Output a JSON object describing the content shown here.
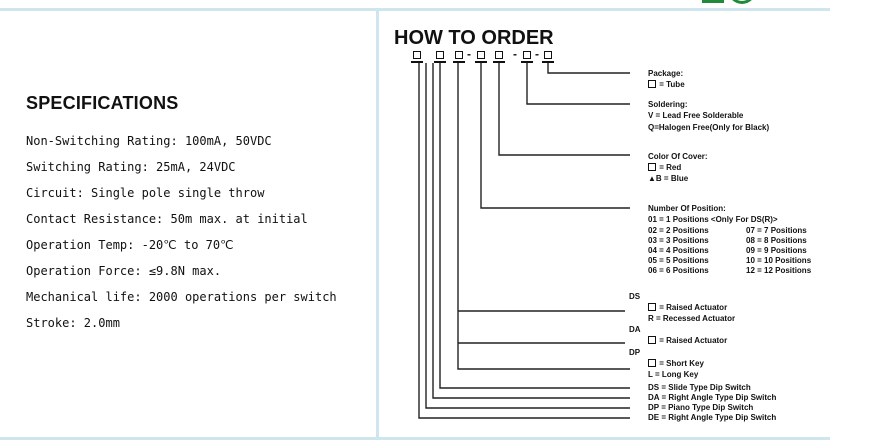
{
  "specifications": {
    "title": "SPECIFICATIONS",
    "items": [
      "Non-Switching Rating: 100mA, 50VDC",
      "Switching Rating: 25mA, 24VDC",
      "Circuit: Single pole single throw",
      "Contact Resistance: 50m max. at initial",
      "Operation Temp: -20℃ to 70℃",
      "Operation Force: ≤9.8N max.",
      "Mechanical life: 2000 operations per switch",
      "Stroke: 2.0mm"
    ]
  },
  "how_to_order": {
    "title": "HOW TO ORDER",
    "package": {
      "heading": "Package:",
      "tube": "= Tube"
    },
    "soldering": {
      "heading": "Soldering:",
      "v": "V = Lead Free Solderable",
      "q": "Q=Halogen Free(Only for Black)"
    },
    "cover": {
      "heading": "Color Of Cover:",
      "red": "= Red",
      "blue": "▲B = Blue"
    },
    "positions": {
      "heading": "Number Of Position:",
      "first": "01 = 1 Positions <Only For DS(R)>",
      "rows": [
        [
          "02 = 2 Positions",
          "07 =  7 Positions"
        ],
        [
          "03 = 3 Positions",
          "08 =  8 Positions"
        ],
        [
          "04 = 4 Positions",
          "09 =  9 Positions"
        ],
        [
          "05 = 5 Positions",
          "10 = 10 Positions"
        ],
        [
          "06 = 6 Positions",
          "12 = 12 Positions"
        ]
      ]
    },
    "ds": {
      "label": "DS",
      "raised": "= Raised Actuator",
      "recessed": "R = Recessed Actuator"
    },
    "da": {
      "label": "DA",
      "raised": "= Raised Actuator"
    },
    "dp": {
      "label": "DP",
      "short": "= Short Key",
      "long": "L = Long Key"
    },
    "types": [
      "DS = Slide Type Dip Switch",
      "DA = Right Angle Type Dip Switch",
      "DP = Piano Type Dip Switch",
      "DE = Right Angle Type Dip Switch"
    ]
  }
}
